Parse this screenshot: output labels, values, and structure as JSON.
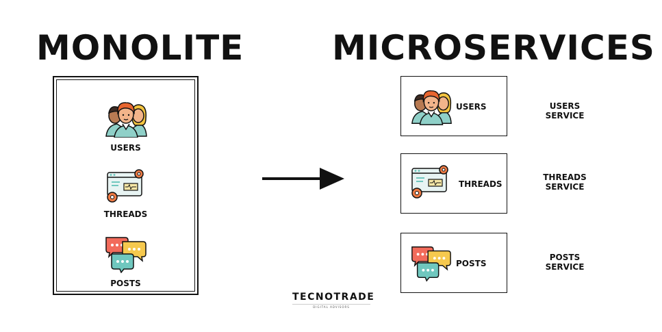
{
  "monolith": {
    "title": "MONOLITE",
    "items": [
      {
        "label": "USERS",
        "icon": "users-group-icon"
      },
      {
        "label": "THREADS",
        "icon": "threads-window-gear-icon"
      },
      {
        "label": "POSTS",
        "icon": "chat-bubbles-icon"
      }
    ]
  },
  "microservices": {
    "title": "MICROSERVICES",
    "services": [
      {
        "label": "USERS",
        "name_line1": "USERS",
        "name_line2": "SERVICE",
        "icon": "users-group-icon"
      },
      {
        "label": "THREADS",
        "name_line1": "THREADS",
        "name_line2": "SERVICE",
        "icon": "threads-window-gear-icon"
      },
      {
        "label": "POSTS",
        "name_line1": "POSTS",
        "name_line2": "SERVICE",
        "icon": "chat-bubbles-icon"
      }
    ]
  },
  "logo": {
    "text": "TECNOTRADE",
    "subtitle": "DIGITAL ADVISORS"
  },
  "colors": {
    "ink": "#111111",
    "skin": "#F2B48A",
    "hair_orange": "#E8652F",
    "hair_yellow": "#F3C33F",
    "hair_dark": "#3C2A22",
    "shirt_teal": "#8FD0C8",
    "bubble_red": "#F26B5B",
    "bubble_yellow": "#F6C94E",
    "bubble_teal": "#6FC7BE",
    "gear_orange": "#EE7B45"
  }
}
